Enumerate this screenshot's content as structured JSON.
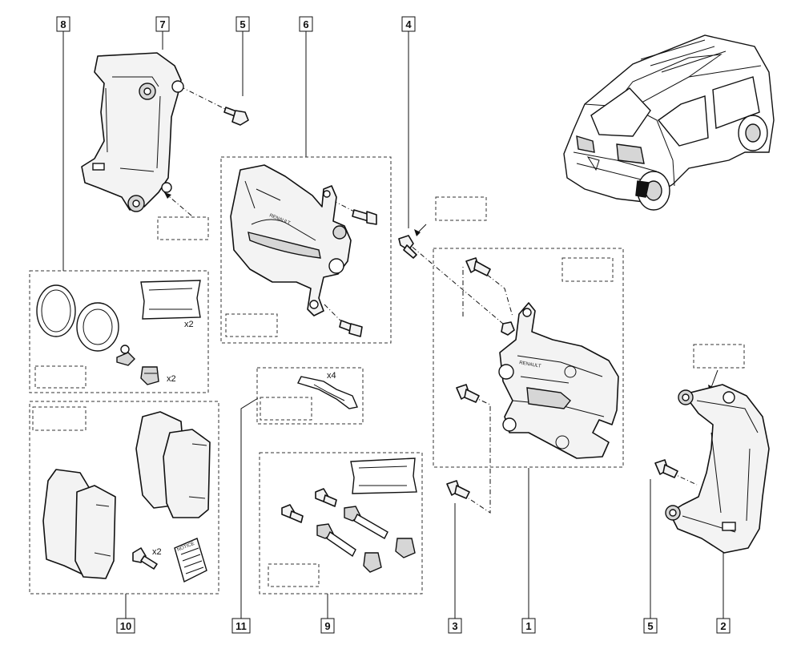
{
  "callouts": {
    "c1": "1",
    "c2": "2",
    "c3": "3",
    "c4": "4",
    "c5a": "5",
    "c5b": "5",
    "c6": "6",
    "c7": "7",
    "c8": "8",
    "c9": "9",
    "c10": "10",
    "c11": "11"
  },
  "quantities": {
    "gasket_x2": "x2",
    "plug_x2": "x2",
    "clip_x4": "x4",
    "pad_bolt_x2": "x2"
  },
  "caliper_marks": {
    "renault_left": "RENAULT",
    "renault_right": "RENAULT"
  },
  "notice_label": "NOTICE"
}
